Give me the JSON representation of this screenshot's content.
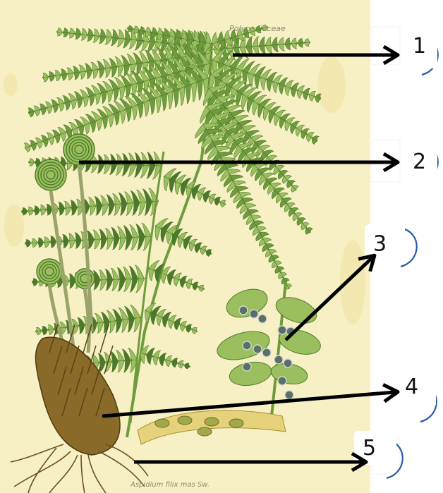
{
  "plate": {
    "header_text": "Polypodiaceae",
    "caption_text": "Aspidium filix mas Sw.",
    "palette": {
      "paper": "#f7f0c4",
      "paper_edge": "#efe4a8",
      "frond_dark": "#4d7a2a",
      "frond_mid": "#6e9b3c",
      "frond_light": "#9bbf5e",
      "sorus": "#5b6f6a",
      "rhizome": "#8a6a28",
      "root": "#6b5020",
      "arrow": "#000000",
      "circle_stroke": "#2a5aa8"
    }
  },
  "labels": [
    {
      "number": "1",
      "points_to": "frond"
    },
    {
      "number": "2",
      "points_to": "fiddlehead"
    },
    {
      "number": "3",
      "points_to": "sori"
    },
    {
      "number": "4",
      "points_to": "rhizome"
    },
    {
      "number": "5",
      "points_to": "roots"
    }
  ]
}
